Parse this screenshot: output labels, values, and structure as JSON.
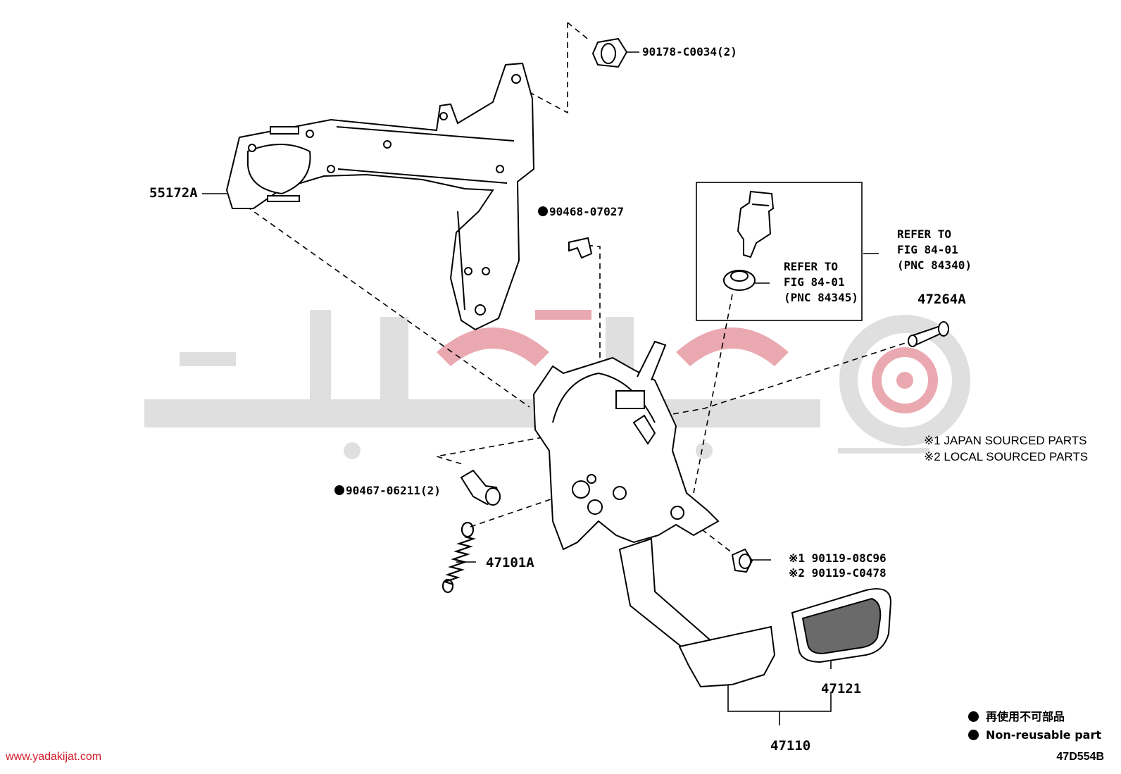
{
  "parts": {
    "p90178": "90178-C0034(2)",
    "p55172a": "55172A",
    "p90468": "90468-07027",
    "p90467": "90467-06211(2)",
    "p47101a": "47101A",
    "p47264a": "47264A",
    "p47121": "47121",
    "p47110": "47110",
    "p90119_1": "※1 90119-08C96",
    "p90119_2": "※2 90119-C0478"
  },
  "refs": {
    "outer": "REFER TO\nFIG 84-01\n(PNC 84340)",
    "inner": "REFER TO\nFIG 84-01\n(PNC 84345)"
  },
  "notes": {
    "japan": "※1 JAPAN SOURCED PARTS",
    "local": "※2 LOCAL SOURCED PARTS"
  },
  "legend": {
    "jp": "再使用不可部品",
    "en": "Non-reusable part"
  },
  "watermark": {
    "url": "www.yadakijat.com",
    "logo_text": "یدکیجات"
  },
  "figure_code": "47D554B",
  "colors": {
    "watermark_gray": "#dcdcdc",
    "watermark_red": "#e8a0a8",
    "url_red": "#d11a2a"
  }
}
